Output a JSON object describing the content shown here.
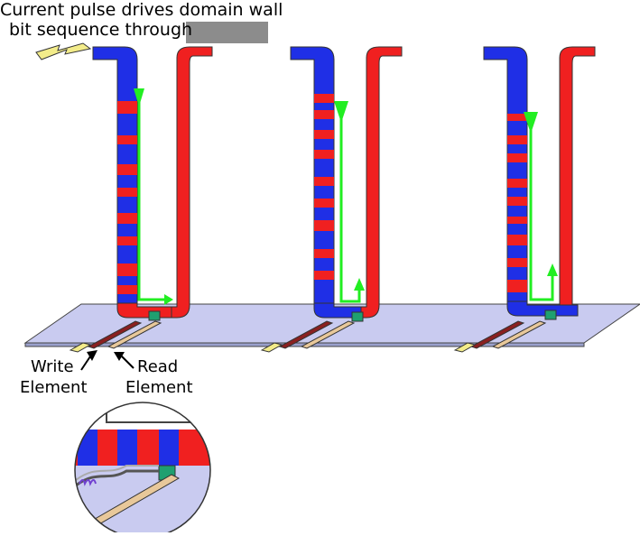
{
  "caption": {
    "line1": "Current pulse drives domain wall",
    "line2": "bit sequence through"
  },
  "callouts": {
    "write_line1": "Write",
    "write_line2": "Element",
    "read_line1": "Read",
    "read_line2": "Element"
  },
  "colors": {
    "domain_blue": "#1f2fe6",
    "domain_red": "#f02020",
    "substrate": "#c9cbf0",
    "current_arrow": "#22ee22",
    "pulse_yellow": "#f3ec8a",
    "redaction": "#8c8c8c"
  },
  "icons": [
    "lightning-pulse-icon",
    "current-direction-arrow-icon",
    "zoom-inset-icon"
  ]
}
